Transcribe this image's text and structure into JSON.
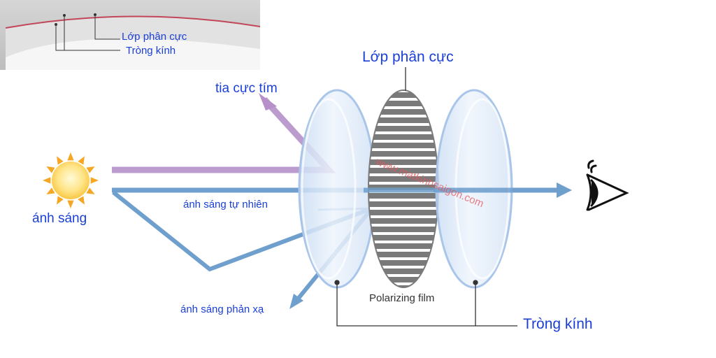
{
  "inset": {
    "label_layer": "Lớp phân cực",
    "label_lens": "Tròng kính"
  },
  "labels": {
    "polarizing_layer": "Lớp phân cực",
    "uv_rays": "tia cực tím",
    "light": "ánh sáng",
    "natural_light": "ánh sáng tự nhiên",
    "reflected_light": "ánh sáng phản xạ",
    "polarizing_film": "Polarizing film",
    "lens": "Tròng kính"
  },
  "watermark": "www.matkinhsaigon.com",
  "colors": {
    "beam_blue": "#6f9fcc",
    "beam_purple": "#b590c9",
    "label_blue": "#1a3fd6",
    "sun": "#f5a623",
    "film_stripe": "#7a7a7a",
    "inset_bg": "#c9c9c9"
  },
  "icons": [
    "sun-icon",
    "eye-icon"
  ]
}
